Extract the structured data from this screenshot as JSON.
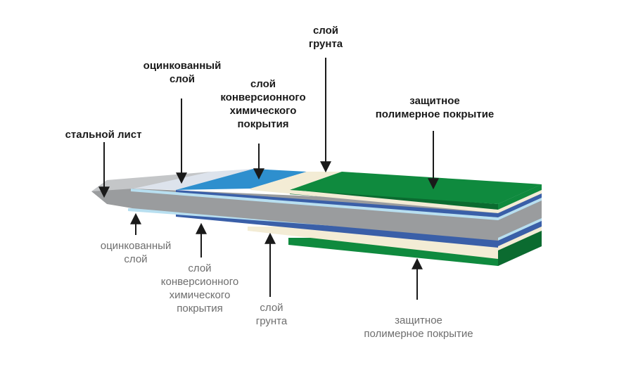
{
  "labels_top": {
    "steel_sheet": [
      "стальной лист"
    ],
    "zinc_layer": [
      "оцинкованный",
      "слой"
    ],
    "conversion_layer": [
      "слой",
      "конверсионного",
      "химического",
      "покрытия"
    ],
    "primer_layer": [
      "слой",
      "грунта"
    ],
    "polymer_coating": [
      "защитное",
      "полимерное покрытие"
    ]
  },
  "labels_bottom": {
    "zinc_layer": [
      "оцинкованный",
      "слой"
    ],
    "conversion_layer": [
      "слой",
      "конверсионного",
      "химического",
      "покрытия"
    ],
    "primer_layer": [
      "слой",
      "грунта"
    ],
    "polymer_coating": [
      "защитное",
      "полимерное покрытие"
    ]
  },
  "colors": {
    "steel_top": "#c4c6c8",
    "steel_core": "#9a9c9e",
    "zinc": "#dde3ec",
    "conversion_blue": "#2e8fce",
    "conversion_stripe": "#3a5fa8",
    "primer": "#f3ecd5",
    "polymer_green": "#0f8a3e",
    "polymer_green_dark": "#0b6b30",
    "label_dark": "#1a1a1a",
    "label_light": "#6e6e6e"
  }
}
